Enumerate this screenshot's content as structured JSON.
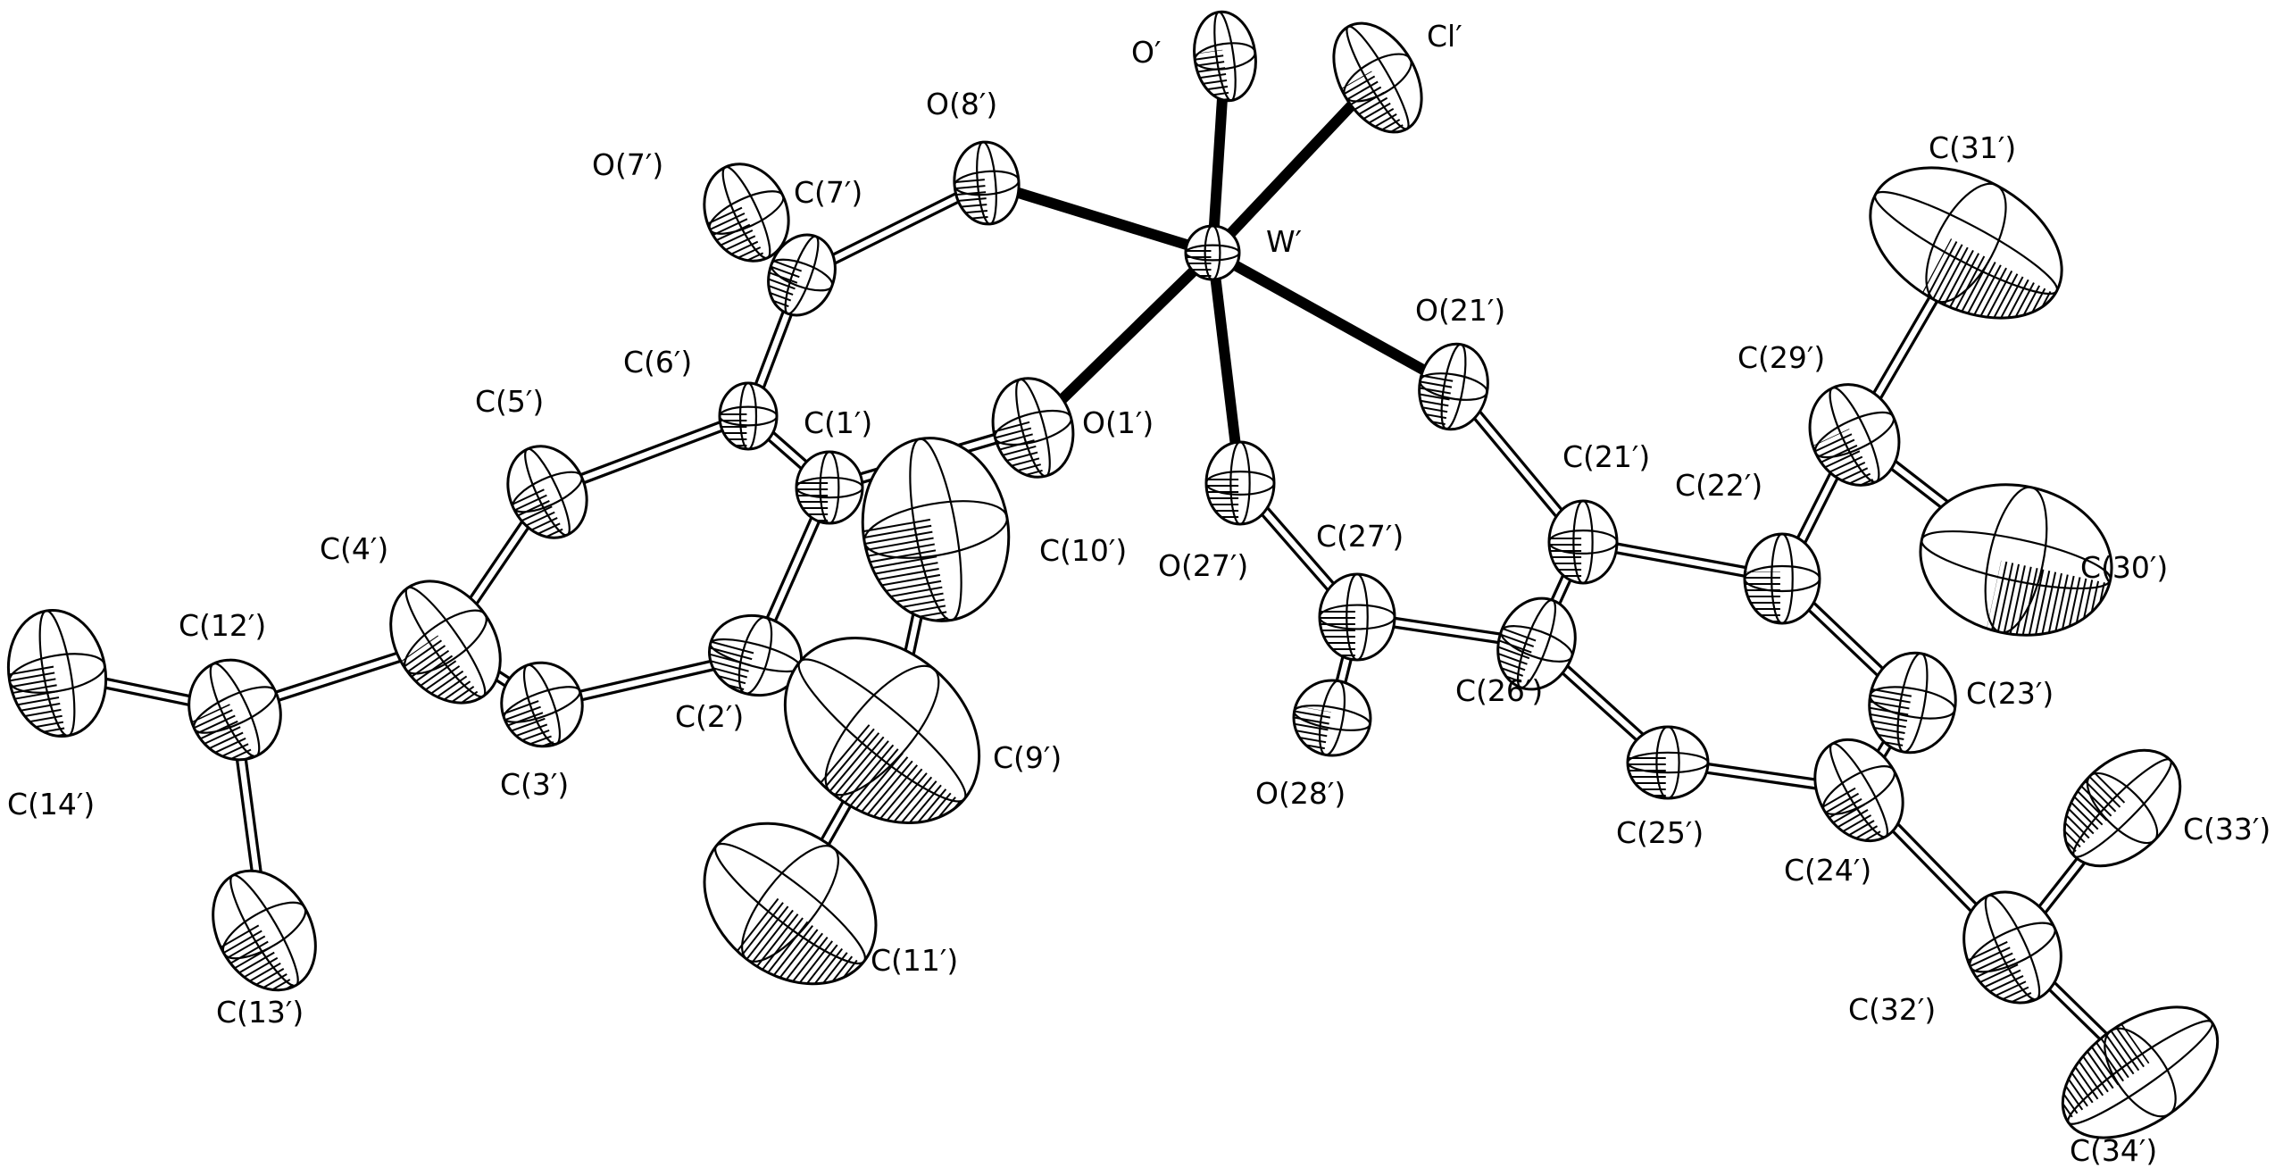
{
  "atoms": [
    {
      "id": "W",
      "label": "W′"
    },
    {
      "id": "O",
      "label": "O′"
    },
    {
      "id": "Cl",
      "label": "Cl′"
    },
    {
      "id": "O8",
      "label": "O(8′)"
    },
    {
      "id": "O7",
      "label": "O(7′)"
    },
    {
      "id": "C7",
      "label": "C(7′)"
    },
    {
      "id": "C6",
      "label": "C(6′)"
    },
    {
      "id": "C5",
      "label": "C(5′)"
    },
    {
      "id": "C1",
      "label": "C(1′)"
    },
    {
      "id": "O1",
      "label": "O(1′)"
    },
    {
      "id": "C4",
      "label": "C(4′)"
    },
    {
      "id": "C3",
      "label": "C(3′)"
    },
    {
      "id": "C2",
      "label": "C(2′)"
    },
    {
      "id": "C12",
      "label": "C(12′)"
    },
    {
      "id": "C14",
      "label": "C(14′)"
    },
    {
      "id": "C13",
      "label": "C(13′)"
    },
    {
      "id": "C8",
      "label": ""
    },
    {
      "id": "C10",
      "label": "C(10′)"
    },
    {
      "id": "C9",
      "label": "C(9′)"
    },
    {
      "id": "C11",
      "label": "C(11′)"
    },
    {
      "id": "O27",
      "label": "O(27′)"
    },
    {
      "id": "C27",
      "label": "C(27′)"
    },
    {
      "id": "O28",
      "label": "O(28′)"
    },
    {
      "id": "O21",
      "label": "O(21′)"
    },
    {
      "id": "C21",
      "label": "C(21′)"
    },
    {
      "id": "C26",
      "label": "C(26′)"
    },
    {
      "id": "C25",
      "label": "C(25′)"
    },
    {
      "id": "C22",
      "label": "C(22′)"
    },
    {
      "id": "C29",
      "label": "C(29′)"
    },
    {
      "id": "C31",
      "label": "C(31′)"
    },
    {
      "id": "C30",
      "label": "C(30′)"
    },
    {
      "id": "C23",
      "label": "C(23′)"
    },
    {
      "id": "C24",
      "label": "C(24′)"
    },
    {
      "id": "C32",
      "label": "C(32′)"
    },
    {
      "id": "C33",
      "label": "C(33′)"
    },
    {
      "id": "C34",
      "label": "C(34′)"
    }
  ],
  "bonds": [
    {
      "from": "W",
      "to": "O",
      "kind": "metal"
    },
    {
      "from": "W",
      "to": "Cl",
      "kind": "metal"
    },
    {
      "from": "W",
      "to": "O8",
      "kind": "metal"
    },
    {
      "from": "W",
      "to": "O1",
      "kind": "metal"
    },
    {
      "from": "W",
      "to": "O21",
      "kind": "metal"
    },
    {
      "from": "W",
      "to": "O27",
      "kind": "metal"
    },
    {
      "from": "O8",
      "to": "C7",
      "kind": "single"
    },
    {
      "from": "O7",
      "to": "C7",
      "kind": "single"
    },
    {
      "from": "C7",
      "to": "C6",
      "kind": "single"
    },
    {
      "from": "C6",
      "to": "C5",
      "kind": "single"
    },
    {
      "from": "C6",
      "to": "C1",
      "kind": "single"
    },
    {
      "from": "C1",
      "to": "O1",
      "kind": "single"
    },
    {
      "from": "C5",
      "to": "C4",
      "kind": "single"
    },
    {
      "from": "C4",
      "to": "C3",
      "kind": "single"
    },
    {
      "from": "C3",
      "to": "C2",
      "kind": "single"
    },
    {
      "from": "C2",
      "to": "C1",
      "kind": "single"
    },
    {
      "from": "C4",
      "to": "C12",
      "kind": "single"
    },
    {
      "from": "C12",
      "to": "C14",
      "kind": "single"
    },
    {
      "from": "C12",
      "to": "C13",
      "kind": "single"
    },
    {
      "from": "C2",
      "to": "C8",
      "kind": "single"
    },
    {
      "from": "C8",
      "to": "C10",
      "kind": "single"
    },
    {
      "from": "C8",
      "to": "C9",
      "kind": "single"
    },
    {
      "from": "C8",
      "to": "C11",
      "kind": "single"
    },
    {
      "from": "O27",
      "to": "C27",
      "kind": "single"
    },
    {
      "from": "C27",
      "to": "O28",
      "kind": "single"
    },
    {
      "from": "C27",
      "to": "C26",
      "kind": "single"
    },
    {
      "from": "O21",
      "to": "C21",
      "kind": "single"
    },
    {
      "from": "C21",
      "to": "C26",
      "kind": "single"
    },
    {
      "from": "C21",
      "to": "C22",
      "kind": "single"
    },
    {
      "from": "C26",
      "to": "C25",
      "kind": "single"
    },
    {
      "from": "C25",
      "to": "C24",
      "kind": "single"
    },
    {
      "from": "C24",
      "to": "C23",
      "kind": "single"
    },
    {
      "from": "C23",
      "to": "C22",
      "kind": "single"
    },
    {
      "from": "C22",
      "to": "C29",
      "kind": "single"
    },
    {
      "from": "C29",
      "to": "C31",
      "kind": "single"
    },
    {
      "from": "C29",
      "to": "C30",
      "kind": "single"
    },
    {
      "from": "C24",
      "to": "C32",
      "kind": "single"
    },
    {
      "from": "C32",
      "to": "C33",
      "kind": "single"
    },
    {
      "from": "C32",
      "to": "C34",
      "kind": "single"
    }
  ]
}
